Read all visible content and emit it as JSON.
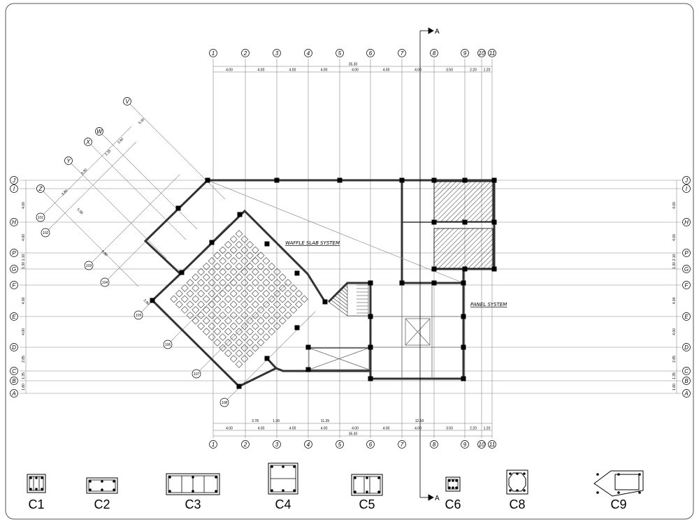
{
  "grid": {
    "v_labels": [
      "1",
      "2",
      "3",
      "4",
      "5",
      "6",
      "7",
      "8",
      "9",
      "10",
      "11"
    ],
    "h_labels": [
      "J",
      "I",
      "H",
      "P",
      "G",
      "F",
      "E",
      "D",
      "C",
      "B",
      "A"
    ],
    "diag_labels": [
      "V",
      "W",
      "X",
      "Y",
      "Z"
    ],
    "diag_nums": [
      "101",
      "102",
      "103",
      "104",
      "105",
      "106",
      "107",
      "108"
    ]
  },
  "dims": {
    "top_overall": "35.30",
    "top_spans": [
      "4.00",
      "4.00",
      "4.00",
      "4.00",
      "4.00",
      "4.00",
      "4.00",
      "3.50",
      "2.20",
      "1.20"
    ],
    "bottom_spans": [
      "4.00",
      "4.00",
      "4.00",
      "4.00",
      "4.00",
      "4.00",
      "4.00",
      "3.50",
      "2.20",
      "1.20"
    ],
    "bottom_mid": [
      "3.78",
      "1.39",
      "11.39",
      "12.50"
    ],
    "bottom_overall": "35.30",
    "left_spans": [
      "4.00",
      "4.00",
      "1.10",
      "1.30",
      "4.00",
      "4.00",
      "2.85",
      "1.35",
      "1.80"
    ],
    "right_spans": [
      "4.00",
      "4.00",
      "2.10",
      "1.30",
      "4.00",
      "4.00",
      "2.85",
      "1.35",
      "1.80"
    ],
    "diag_spans": [
      "5.00",
      "3.60",
      "2.25",
      "5.80",
      "3.80",
      "5.00",
      "5.80",
      "3.80"
    ]
  },
  "notes": {
    "waffle": "WAFFLE SLAB SYSTEM",
    "panel": "PANEL SYSTEM"
  },
  "section": {
    "top": "A",
    "bottom": "A"
  },
  "legend": [
    "C1",
    "C2",
    "C3",
    "C4",
    "C5",
    "C6",
    "C8",
    "C9"
  ]
}
